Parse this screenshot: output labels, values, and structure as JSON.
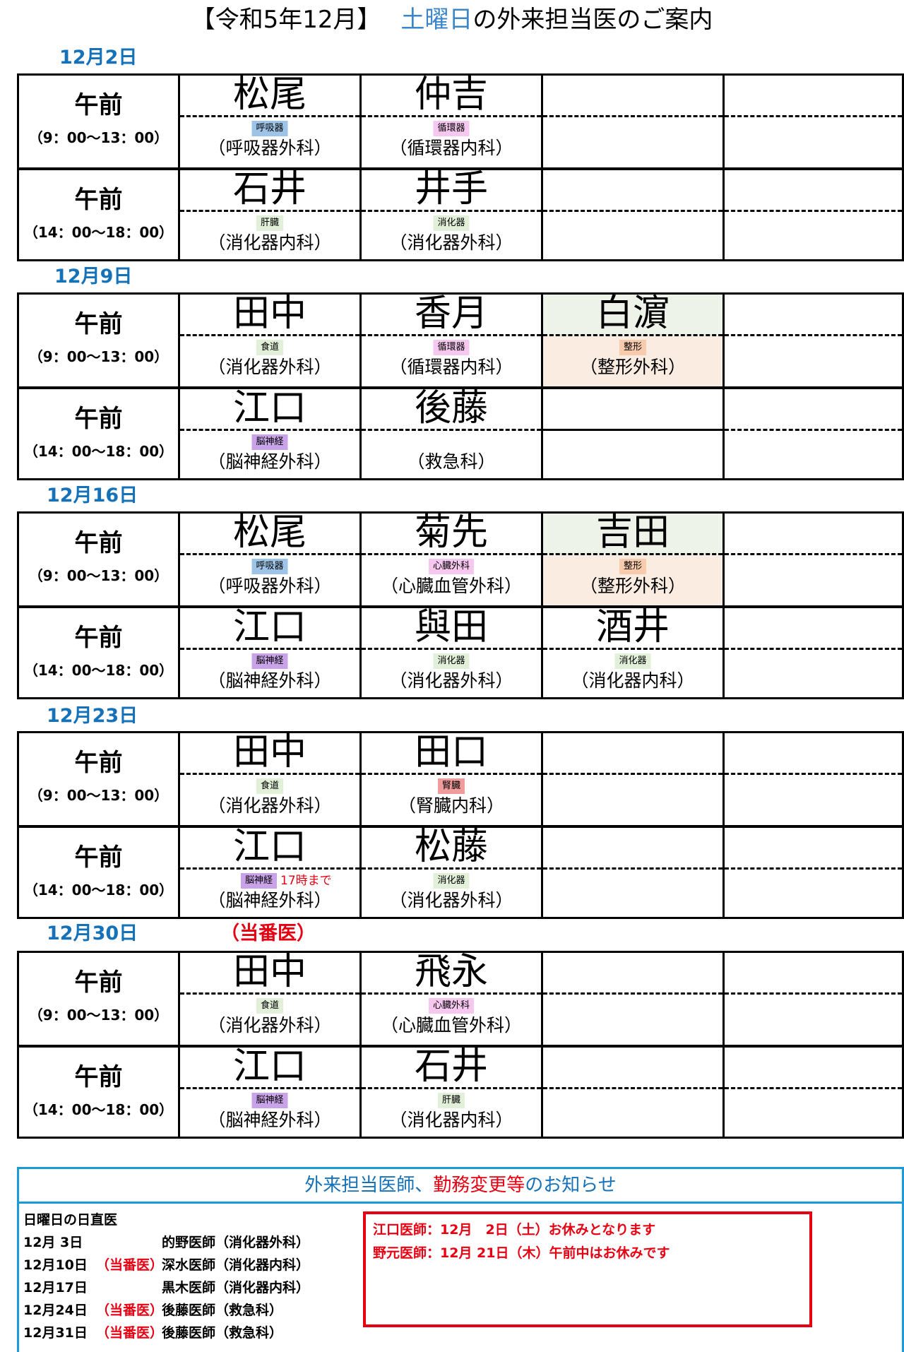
{
  "title": {
    "prefix": "【令和5年12月】",
    "highlight": "土曜日",
    "suffix": "の外来担当医のご案内"
  },
  "weeks": [
    {
      "date": "12月2日",
      "rows": [
        {
          "period": "午前",
          "time": "（9：00～13：00）",
          "cells": [
            {
              "doctor": "松尾",
              "tag": "呼吸器",
              "tag_color": "#9dc3e6",
              "dept": "（呼吸器外科）"
            },
            {
              "doctor": "仲吉",
              "tag": "循環器",
              "tag_color": "#f6c8f0",
              "dept": "（循環器内科）"
            },
            {},
            {}
          ]
        },
        {
          "period": "午前",
          "time": "（14：00～18：00）",
          "cells": [
            {
              "doctor": "石井",
              "tag": "肝臓",
              "tag_color": "#e2efd9",
              "dept": "（消化器内科）"
            },
            {
              "doctor": "井手",
              "tag": "消化器",
              "tag_color": "#e2efd9",
              "dept": "（消化器外科）"
            },
            {},
            {}
          ]
        }
      ]
    },
    {
      "date": "12月9日",
      "rows": [
        {
          "period": "午前",
          "time": "（9：00～13：00）",
          "cells": [
            {
              "doctor": "田中",
              "tag": "食道",
              "tag_color": "#e2efd9",
              "dept": "（消化器外科）"
            },
            {
              "doctor": "香月",
              "tag": "循環器",
              "tag_color": "#f6c8f0",
              "dept": "（循環器内科）"
            },
            {
              "doctor": "白濵",
              "tag": "整形",
              "tag_color": "#f8cbad",
              "dept": "（整形外科）",
              "highlight": true
            },
            {}
          ]
        },
        {
          "period": "午前",
          "time": "（14：00～18：00）",
          "cells": [
            {
              "doctor": "江口",
              "tag": "脳神経",
              "tag_color": "#c9a3e8",
              "dept": "（脳神経外科）"
            },
            {
              "doctor": "後藤",
              "dept": "（救急科）"
            },
            {
              "solid": true
            },
            {}
          ]
        }
      ]
    },
    {
      "date": "12月16日",
      "rows": [
        {
          "period": "午前",
          "time": "（9：00～13：00）",
          "cells": [
            {
              "doctor": "松尾",
              "tag": "呼吸器",
              "tag_color": "#9dc3e6",
              "dept": "（呼吸器外科）"
            },
            {
              "doctor": "菊先",
              "tag": "心臓外科",
              "tag_color": "#f6c8f0",
              "dept": "（心臓血管外科）"
            },
            {
              "doctor": "吉田",
              "tag": "整形",
              "tag_color": "#f8cbad",
              "dept": "（整形外科）",
              "highlight": true
            },
            {}
          ]
        },
        {
          "period": "午前",
          "time": "（14：00～18：00）",
          "cells": [
            {
              "doctor": "江口",
              "tag": "脳神経",
              "tag_color": "#c9a3e8",
              "dept": "（脳神経外科）"
            },
            {
              "doctor": "與田",
              "tag": "消化器",
              "tag_color": "#e2efd9",
              "dept": "（消化器外科）"
            },
            {
              "doctor": "酒井",
              "tag": "消化器",
              "tag_color": "#e2efd9",
              "dept": "（消化器内科）"
            },
            {}
          ]
        }
      ]
    },
    {
      "date": "12月23日",
      "rows": [
        {
          "period": "午前",
          "time": "（9：00～13：00）",
          "cells": [
            {
              "doctor": "田中",
              "tag": "食道",
              "tag_color": "#e2efd9",
              "dept": "（消化器外科）"
            },
            {
              "doctor": "田口",
              "tag": "腎臓",
              "tag_color": "#f09c9c",
              "dept": "（腎臓内科）"
            },
            {},
            {}
          ]
        },
        {
          "period": "午前",
          "time": "（14：00～18：00）",
          "cells": [
            {
              "doctor": "江口",
              "tag": "脳神経",
              "tag_color": "#c9a3e8",
              "dept": "（脳神経外科）",
              "side_note": "17時まで"
            },
            {
              "doctor": "松藤",
              "tag": "消化器",
              "tag_color": "#e2efd9",
              "dept": "（消化器外科）"
            },
            {},
            {}
          ]
        }
      ]
    },
    {
      "date": "12月30日",
      "date_note": "（当番医）",
      "rows": [
        {
          "period": "午前",
          "time": "（9：00～13：00）",
          "cells": [
            {
              "doctor": "田中",
              "tag": "食道",
              "tag_color": "#e2efd9",
              "dept": "（消化器外科）"
            },
            {
              "doctor": "飛永",
              "tag": "心臓外科",
              "tag_color": "#f6c8f0",
              "dept": "（心臓血管外科）"
            },
            {},
            {}
          ]
        },
        {
          "period": "午前",
          "time": "（14：00～18：00）",
          "cells": [
            {
              "doctor": "江口",
              "tag": "脳神経",
              "tag_color": "#c9a3e8",
              "dept": "（脳神経外科）"
            },
            {
              "doctor": "石井",
              "tag": "肝臓",
              "tag_color": "#e2efd9",
              "dept": "（消化器内科）"
            },
            {},
            {}
          ]
        }
      ]
    }
  ],
  "notice": {
    "header_a": "外来担当医師、",
    "header_red": "勤務変更等",
    "header_b": "のお知らせ",
    "sunday_title": "日曜日の日直医",
    "sunday": [
      {
        "date": "12月 3日",
        "tag": "",
        "doctor": "的野医師（消化器外科）"
      },
      {
        "date": "12月10日",
        "tag": "（当番医）",
        "doctor": "深水医師（消化器内科）"
      },
      {
        "date": "12月17日",
        "tag": "",
        "doctor": "黒木医師（消化器内科）"
      },
      {
        "date": "12月24日",
        "tag": "（当番医）",
        "doctor": "後藤医師（救急科）"
      },
      {
        "date": "12月31日",
        "tag": "（当番医）",
        "doctor": "後藤医師（救急科）"
      }
    ],
    "changes": [
      "江口医師：12月　2日（土）お休みとなります",
      "野元医師：12月 21日（木）午前中はお休みです"
    ]
  }
}
